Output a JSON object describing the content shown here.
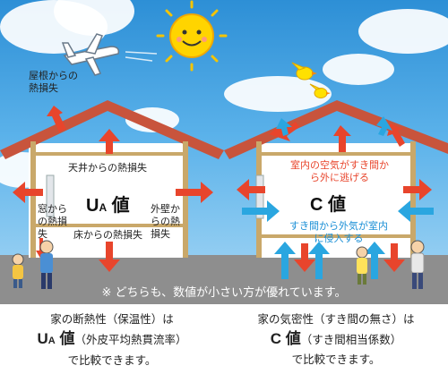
{
  "left_house": {
    "roof_loss": "屋根からの熱損失",
    "ceiling_loss": "天井からの熱損失",
    "window_loss": "窓からの熱損失",
    "wall_loss": "外壁からの熱損失",
    "floor_loss": "床からの熱損失",
    "value_letter": "U",
    "value_sub": "A",
    "value_suffix": " 値"
  },
  "right_house": {
    "air_escape": "室内の空気がすき間から外に逃げる",
    "air_enter": "すき間から外気が室内に侵入する",
    "value_label": "C 値"
  },
  "note": "※ どちらも、数値が小さい方が優れています。",
  "captions": {
    "left_line1": "家の断熱性（保温性）は",
    "left_bold_letter": "U",
    "left_bold_sub": "A",
    "left_bold_suffix": " 値",
    "left_detail": "（外皮平均熱貫流率）",
    "left_line3": "で比較できます。",
    "right_line1": "家の気密性（すき間の無さ）は",
    "right_bold": "C 値",
    "right_detail": "（すき間相当係数）",
    "right_line3": "で比較できます。"
  },
  "colors": {
    "heat_arrow": "#e8452c",
    "air_in_arrow": "#2aa6e0",
    "roof": "#c8543c",
    "escape_text": "#e8452c",
    "enter_text": "#1a8fd6"
  }
}
